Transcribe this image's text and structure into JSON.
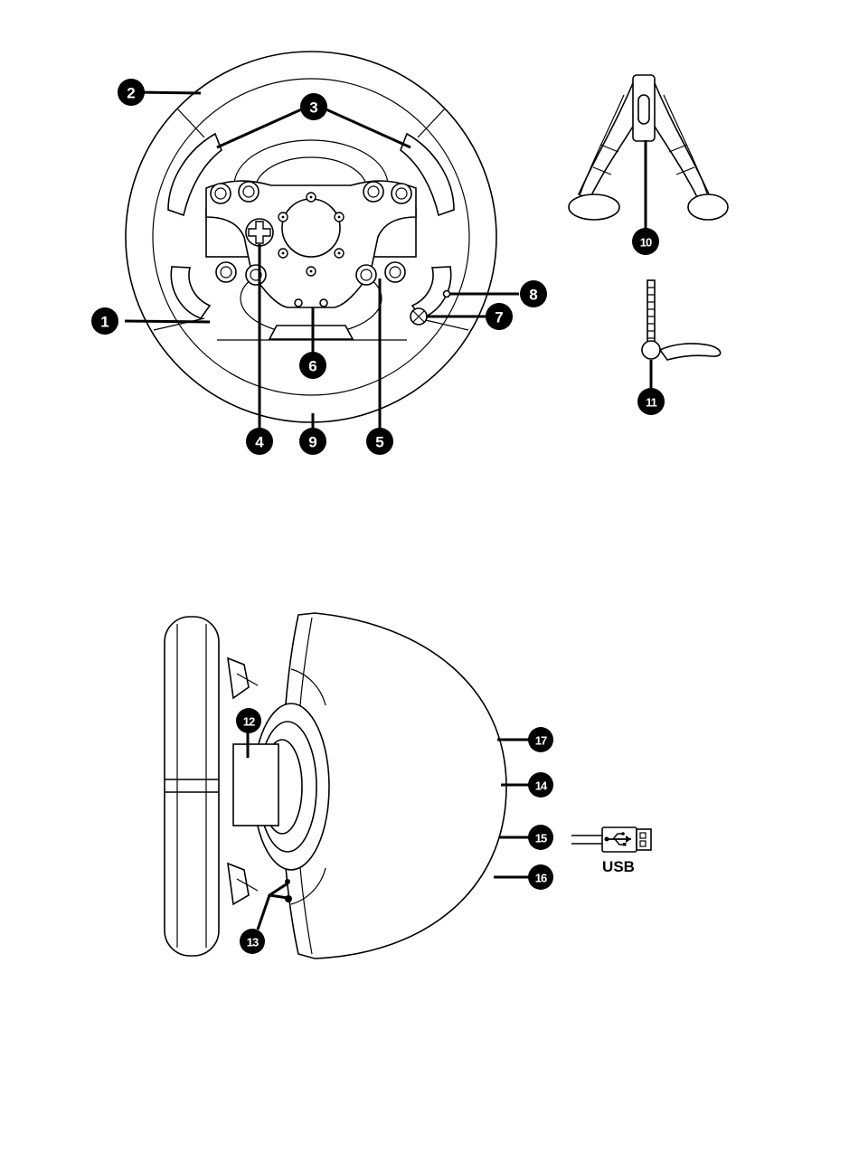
{
  "callouts": [
    "1",
    "2",
    "3",
    "4",
    "5",
    "6",
    "7",
    "8",
    "9",
    "10",
    "11",
    "12",
    "13",
    "14",
    "15",
    "16",
    "17"
  ],
  "usb": {
    "label": "USB"
  },
  "icons": [
    "usb-icon",
    "xbox-guide-icon"
  ]
}
